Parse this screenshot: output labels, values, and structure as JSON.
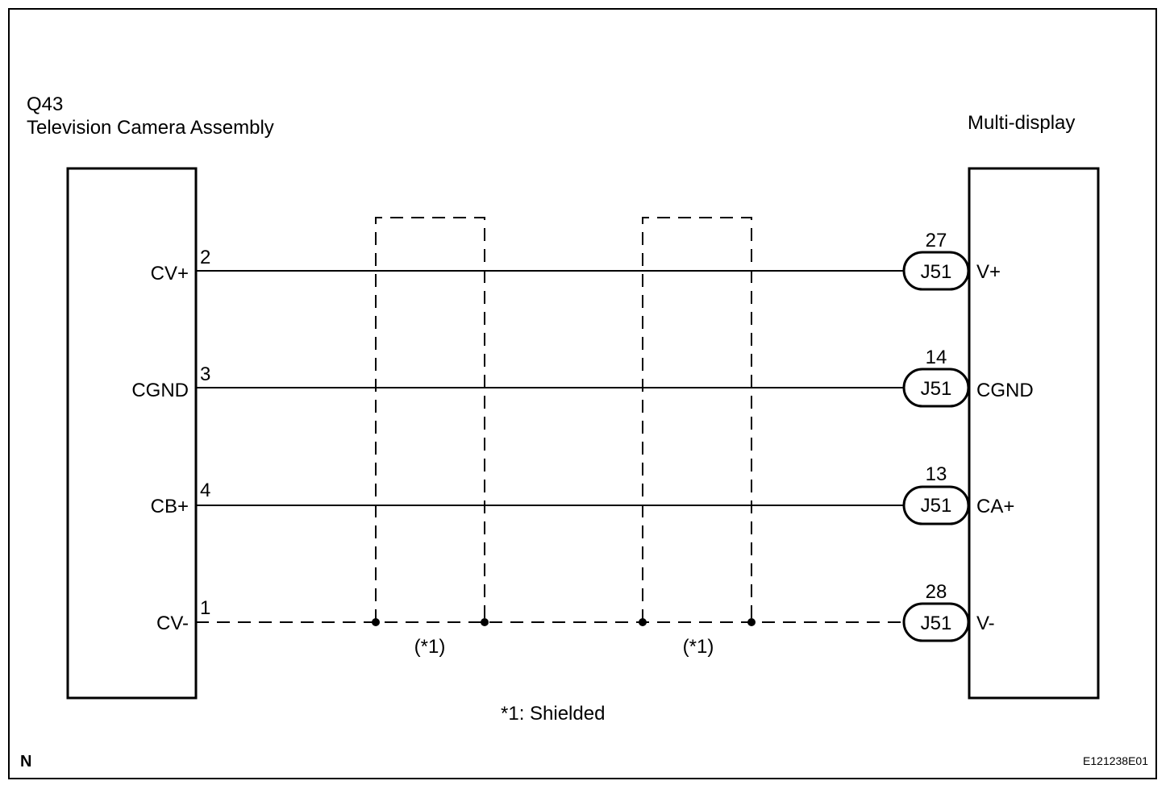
{
  "left_component": {
    "code": "Q43",
    "name": "Television Camera Assembly"
  },
  "right_component": {
    "name": "Multi-display"
  },
  "wires": [
    {
      "left_signal": "CV+",
      "left_pin": "2",
      "connector": "J51",
      "right_pin": "27",
      "right_signal": "V+",
      "shielded": false
    },
    {
      "left_signal": "CGND",
      "left_pin": "3",
      "connector": "J51",
      "right_pin": "14",
      "right_signal": "CGND",
      "shielded": false
    },
    {
      "left_signal": "CB+",
      "left_pin": "4",
      "connector": "J51",
      "right_pin": "13",
      "right_signal": "CA+",
      "shielded": false
    },
    {
      "left_signal": "CV-",
      "left_pin": "1",
      "connector": "J51",
      "right_pin": "28",
      "right_signal": "V-",
      "shielded": true
    }
  ],
  "shield_labels": [
    "(*1)",
    "(*1)"
  ],
  "footnote": "*1: Shielded",
  "corner_left": "N",
  "corner_right": "E121238E01"
}
